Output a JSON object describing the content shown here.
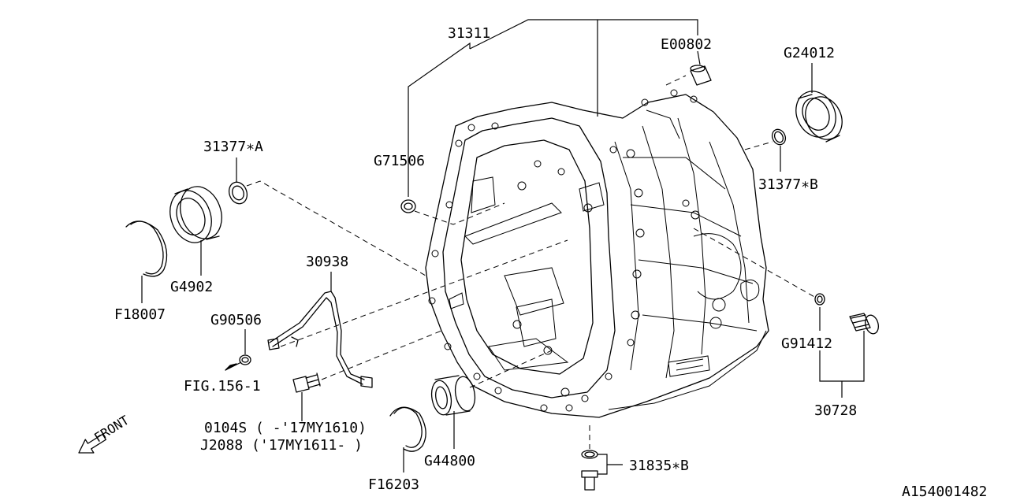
{
  "labels": {
    "case_31311": "31311",
    "plug_e00802": "E00802",
    "bearing_g24012": "G24012",
    "seal_31377_b": "31377∗B",
    "seal_g71506": "G71506",
    "seal_31377_a": "31377∗A",
    "bearing_g4902": "G4902",
    "snap_ring_f18007": "F18007",
    "pipe_30938": "30938",
    "seal_g90506": "G90506",
    "fig_ref": "FIG.156-1",
    "bolt_0104s": "0104S ( -'17MY1610)",
    "bolt_j2088": "J2088 ('17MY1611- )",
    "bearing_g44800": "G44800",
    "snap_ring_f16203": "F16203",
    "drain_31835_b": "31835∗B",
    "gasket_g91412": "G91412",
    "plug_30728": "30728",
    "front_arrow": "FRONT",
    "diagram_id": "A154001482"
  }
}
